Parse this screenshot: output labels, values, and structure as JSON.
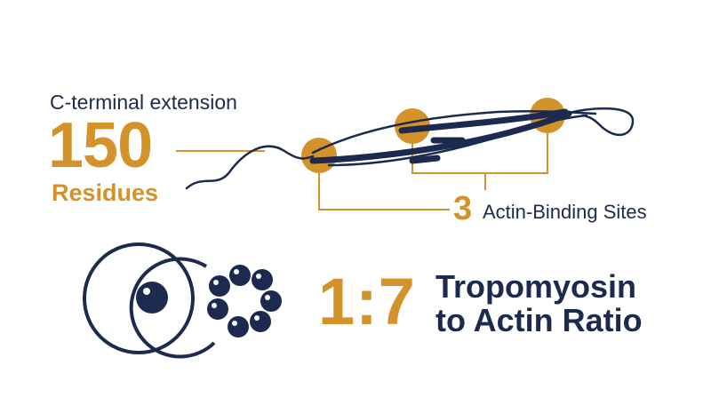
{
  "extension": {
    "label": "C-terminal extension",
    "number": "150",
    "unit": "Residues"
  },
  "binding_sites": {
    "count": "3",
    "label": "Actin-Binding Sites"
  },
  "ratio": {
    "value": "1:7",
    "line1": "Tropomyosin",
    "line2": "to Actin Ratio"
  },
  "colors": {
    "navy": "#1b2a4e",
    "gold": "#d4922a"
  }
}
